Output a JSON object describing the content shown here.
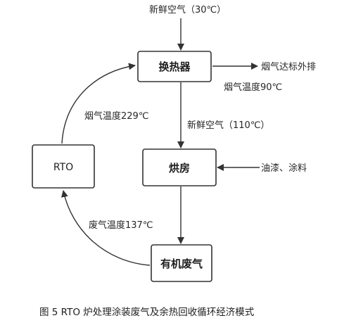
{
  "nodes": {
    "heat_exchanger": "换热器",
    "drying_room": "烘房",
    "rto": "RTO",
    "organic_waste_gas": "有机废气"
  },
  "edges": {
    "fresh_air_in": "新鲜空气（30℃）",
    "flue_gas_exhaust": "烟气达标外排",
    "flue_gas_exhaust_temp": "烟气温度90℃",
    "flue_gas_rto_temp": "烟气温度229℃",
    "fresh_air_heated": "新鲜空气（110℃）",
    "paint_input": "油漆、涂料",
    "waste_gas_temp": "废气温度137℃"
  },
  "caption": "图 5  RTO 炉处理涂装废气及余热回收循环经济模式"
}
